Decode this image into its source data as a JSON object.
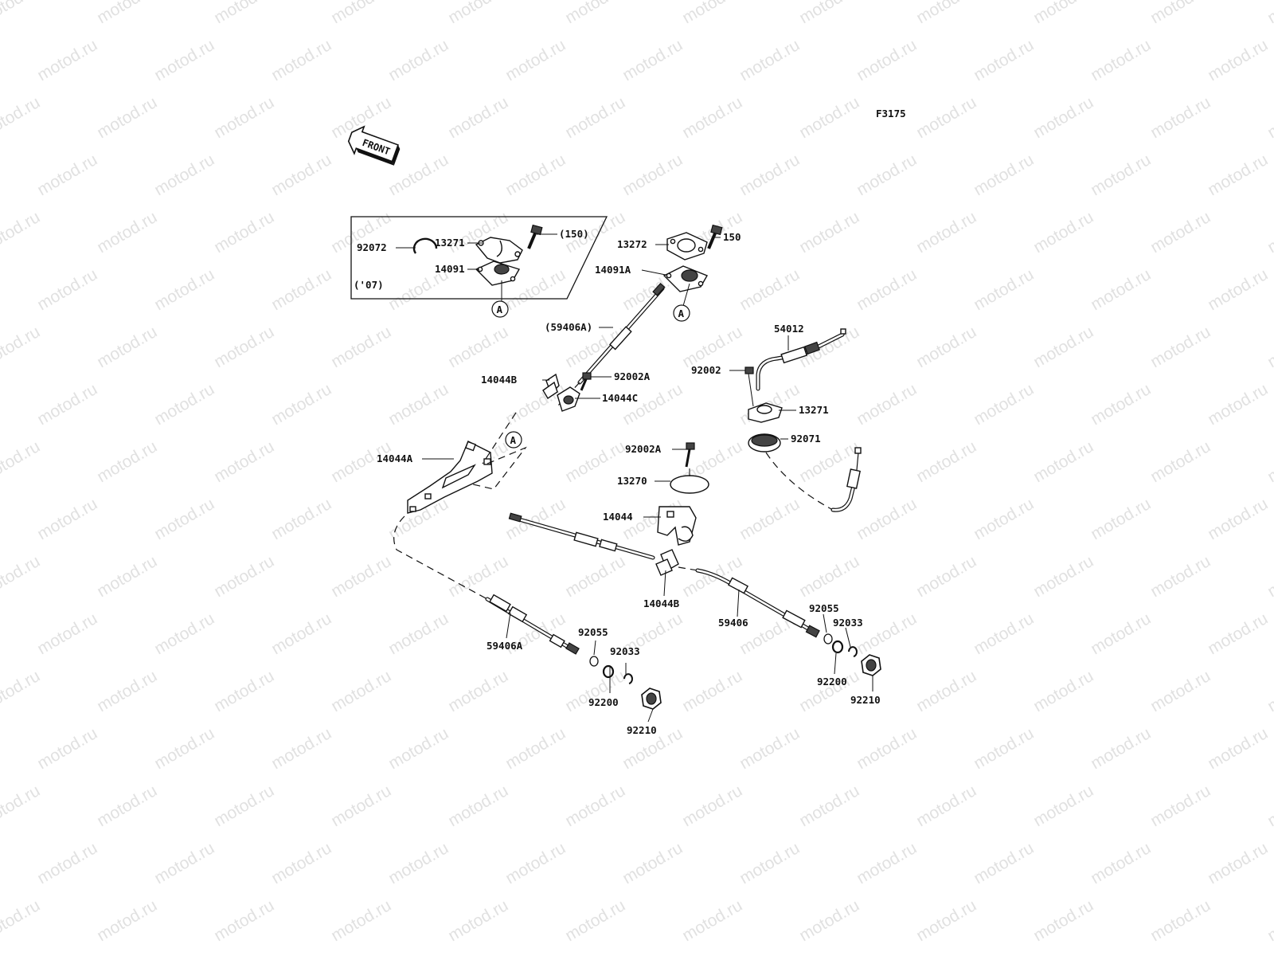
{
  "diagram": {
    "code": "F3175",
    "front_label": "FRONT",
    "watermark": "motod.ru",
    "inset_year": "('07)",
    "ref_marker": "A"
  },
  "labels": {
    "p92072": "92072",
    "p13271_inset": "13271",
    "p150_inset": "(150)",
    "p14091": "14091",
    "p13272": "13272",
    "p150": "150",
    "p14091A": "14091A",
    "p59406A_upper": "(59406A)",
    "p14044B_upper": "14044B",
    "p92002A_upper": "92002A",
    "p14044C": "14044C",
    "p14044A": "14044A",
    "p54012": "54012",
    "p92002": "92002",
    "p13271": "13271",
    "p92071": "92071",
    "p92002A_lower": "92002A",
    "p13270": "13270",
    "p14044": "14044",
    "p14044B_lower": "14044B",
    "p59406": "59406",
    "p59406A_lower": "59406A",
    "p92055_left": "92055",
    "p92033_left": "92033",
    "p92200_left": "92200",
    "p92210_left": "92210",
    "p92055_right": "92055",
    "p92033_right": "92033",
    "p92200_right": "92200",
    "p92210_right": "92210"
  }
}
